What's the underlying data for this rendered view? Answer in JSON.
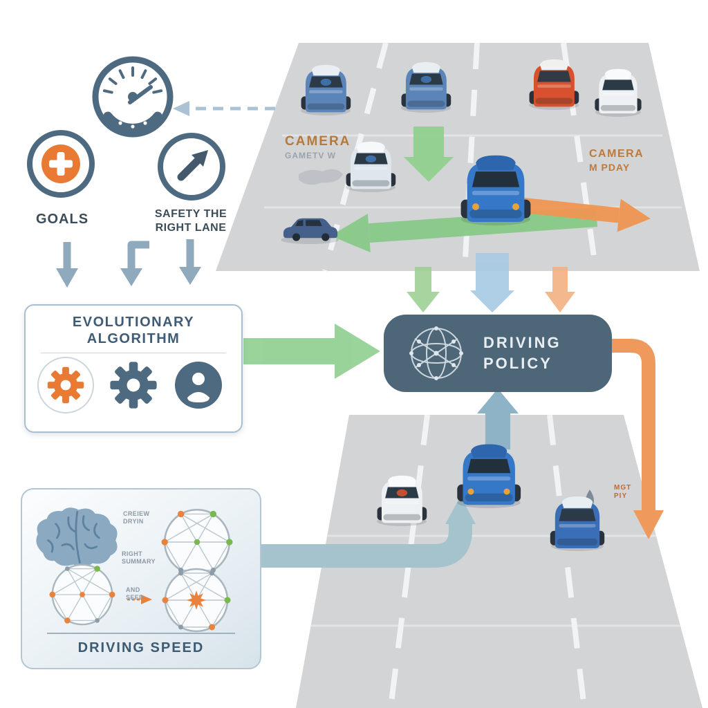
{
  "labels": {
    "goals": "GOALS",
    "safety_line1": "SAFETY THE",
    "safety_line2": "RIGHT LANE"
  },
  "top_road": {
    "camera_left_title": "CAMERA",
    "camera_left_sub": "GAMETV W",
    "camera_right_line1": "CAMERA",
    "camera_right_line2": "M PDAY"
  },
  "evolutionary_box": {
    "title_line1": "EVOLUTIONARY",
    "title_line2": "ALGORITHM"
  },
  "policy_box": {
    "title_line1": "DRIVING",
    "title_line2": "POLICY"
  },
  "speed_box": {
    "note1_line1": "CREIEW",
    "note1_line2": "DRYIN",
    "note2_line1": "RIGHT",
    "note2_line2": "SUMMARY",
    "note3_line1": "AND",
    "note3_line2": "SEED",
    "title": "DRIVING SPEED"
  },
  "bottom_road": {
    "side_note_line1": "MGT",
    "side_note_line2": "PIY"
  },
  "icons": {
    "speedometer-icon": "gauge",
    "goals-icon": "target-plus",
    "lane-arrow-icon": "diagonal-arrow",
    "gear-icon-orange": "gear",
    "gear-icon-dark": "gear",
    "person-icon": "person-silhouette",
    "network-icon": "network-sphere",
    "brain-icon": "brain",
    "graph-icon": "circular-network-graph"
  },
  "colors": {
    "slate": "#4d6678",
    "steel_arrow": "#8fa9bd",
    "green_arrow": "#8fcf90",
    "blue_arrow": "#a9cbe4",
    "orange_arrow": "#ef9552",
    "teal_arrow": "#a4c3cc",
    "accent_orange": "#e8823c",
    "road_gray": "#d3d4d6"
  }
}
